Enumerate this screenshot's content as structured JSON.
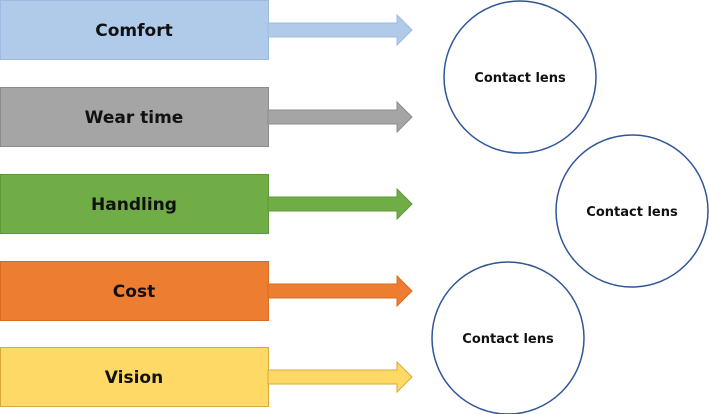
{
  "factors": [
    {
      "label": "Comfort",
      "fill": "#b0cbea",
      "stroke": "#9dbbe0"
    },
    {
      "label": "Wear time",
      "fill": "#a5a5a5",
      "stroke": "#8c8c8c"
    },
    {
      "label": "Handling",
      "fill": "#70ad47",
      "stroke": "#5d9a38"
    },
    {
      "label": "Cost",
      "fill": "#ed7d31",
      "stroke": "#d86c22"
    },
    {
      "label": "Vision",
      "fill": "#ffd966",
      "stroke": "#d9a93a"
    }
  ],
  "lenses": [
    {
      "label": "Contact lens"
    },
    {
      "label": "Contact lens"
    },
    {
      "label": "Contact lens"
    }
  ],
  "colors": {
    "circle_stroke": "#2f5597"
  }
}
